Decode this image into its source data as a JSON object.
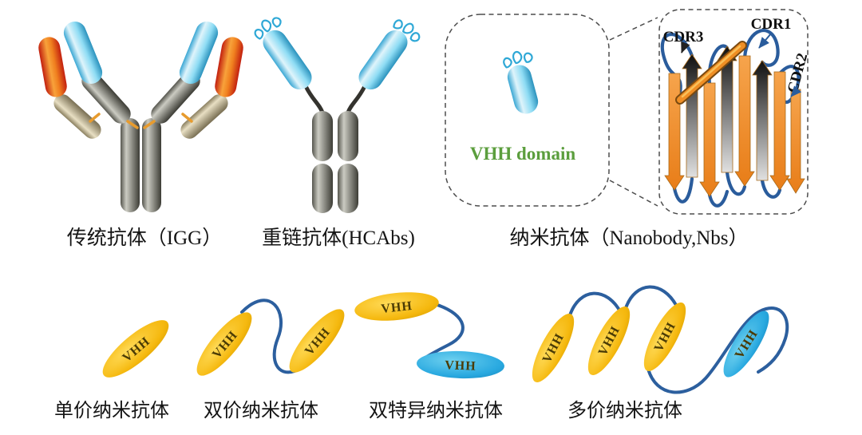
{
  "panels": {
    "igg": {
      "label": "传统抗体（IGG）"
    },
    "hcab": {
      "label": "重链抗体(HCAbs)"
    },
    "nanobody": {
      "label": "纳米抗体（Nanobody,Nbs）",
      "vhh_domain": "VHH domain",
      "cdr1": "CDR1",
      "cdr2": "CDR2",
      "cdr3": "CDR3"
    },
    "formats": {
      "monovalent": {
        "label": "单价纳米抗体",
        "units": [
          "VHH"
        ]
      },
      "bivalent": {
        "label": "双价纳米抗体",
        "units": [
          "VHH",
          "VHH"
        ]
      },
      "bispecific": {
        "label": "双特异纳米抗体",
        "units": [
          "VHH",
          "VHH"
        ]
      },
      "multivalent": {
        "label": "多价纳米抗体",
        "units": [
          "VHH",
          "VHH",
          "VHH",
          "VHH"
        ]
      }
    }
  },
  "colors": {
    "variable_domain_blue": "#4FC3EA",
    "variable_light_red": "#E0391B",
    "light_chain_tan": "#BDB08A",
    "heavy_chain_gray": "#8F8F86",
    "vhh_green_text": "#5B9E3D",
    "nanobody_yellow": "#F2B705",
    "nanobody_cyan": "#29ABE2",
    "linker_blue": "#2C5F9E",
    "beta_strand_orange": "#F08C28"
  }
}
